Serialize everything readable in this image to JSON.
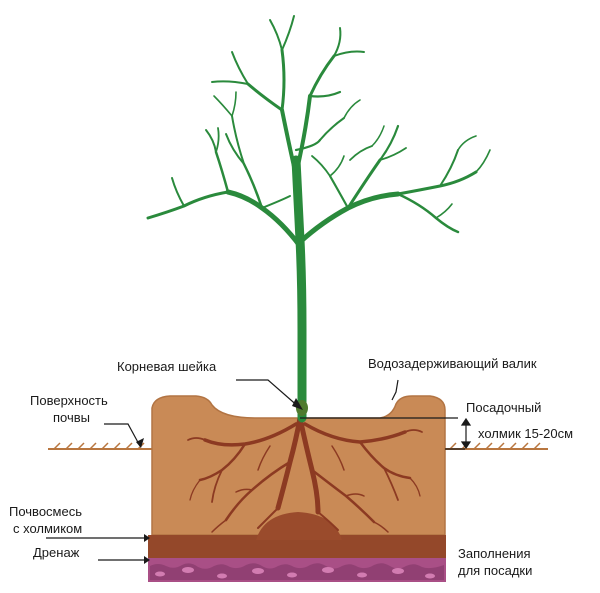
{
  "labels": {
    "root_collar": "Корневая шейка",
    "water_ridge": "Водозадерживающий валик",
    "soil_surface_line1": "Поверхность",
    "soil_surface_line2": "почвы",
    "mound_line1": "Посадочный",
    "mound_line2": "холмик 15-20см",
    "soil_mix_line1": "Почвосмесь",
    "soil_mix_line2": "с холмиком",
    "drainage": "Дренаж",
    "fill_line1": "Заполнения",
    "fill_line2": "для посадки"
  },
  "colors": {
    "tree": "#2a8a3c",
    "root": "#8c3a22",
    "pit_soil": "#c98a56",
    "pit_edge": "#b27443",
    "mound": "#9a4b2c",
    "soil_mix_layer": "#94482a",
    "drainage": "#b05a8e",
    "ground_line": "#b8763f"
  }
}
